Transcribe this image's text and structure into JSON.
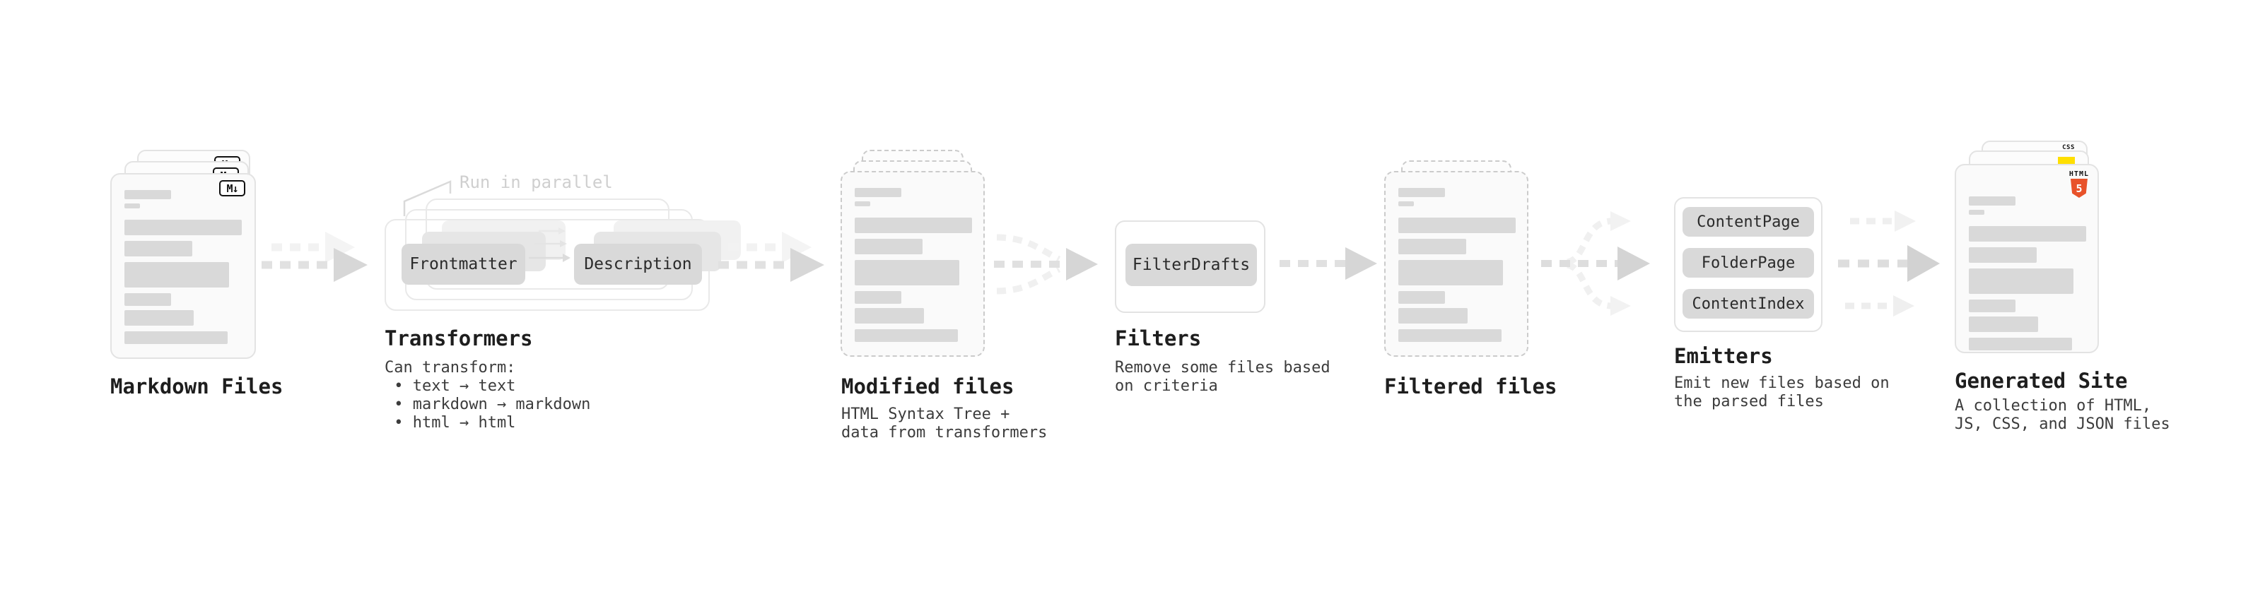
{
  "stages": [
    {
      "id": "markdown-files",
      "label": "Markdown Files",
      "file_badge": "M↓"
    },
    {
      "id": "transformers",
      "label": "Transformers",
      "annotation": "Run in parallel",
      "buttons": [
        "Frontmatter",
        "Description"
      ],
      "description": "Can transform:\n • text → text\n • markdown → markdown\n • html → html"
    },
    {
      "id": "modified-files",
      "label": "Modified files",
      "description": "HTML Syntax Tree +\ndata from transformers"
    },
    {
      "id": "filters",
      "label": "Filters",
      "buttons": [
        "FilterDrafts"
      ],
      "description": "Remove some files based\non criteria"
    },
    {
      "id": "filtered-files",
      "label": "Filtered files"
    },
    {
      "id": "emitters",
      "label": "Emitters",
      "buttons": [
        "ContentPage",
        "FolderPage",
        "ContentIndex"
      ],
      "description": "Emit new files based on\nthe parsed files"
    },
    {
      "id": "generated-site",
      "label": "Generated Site",
      "description": "A collection of HTML,\nJS, CSS, and JSON files",
      "file_badges": {
        "html_label": "HTML",
        "html_number": "5",
        "css_label": "CSS"
      }
    }
  ],
  "colors": {
    "background": "#ffffff",
    "card_fill": "#fafafa",
    "card_border": "#e3e3e3",
    "dashed_border": "#cbcbcb",
    "placeholder_bar": "#d9d9d9",
    "chip_fill": "#d9d9d9",
    "arrow_main": "#d6d6d6",
    "arrow_ghost": "#f2f2f2",
    "label_text": "#1e1e1e",
    "desc_text": "#3c3c3c",
    "annotation_text": "#cfcfcf",
    "html5_orange": "#e8522a",
    "js_yellow": "#ffdf00",
    "css_blue": "#2760e5"
  }
}
